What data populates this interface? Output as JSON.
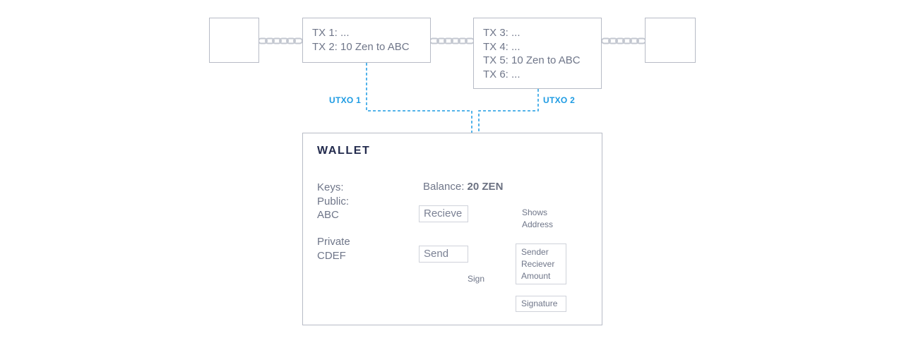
{
  "blockchain": {
    "block_2": {
      "lines": [
        "TX 1: ...",
        "TX 2: 10 Zen to ABC"
      ]
    },
    "block_3": {
      "lines": [
        "TX 3: ...",
        "TX 4: ...",
        "TX 5: 10 Zen to ABC",
        "TX 6: ..."
      ]
    }
  },
  "utxo": {
    "utxo_1": "UTXO 1",
    "utxo_2": "UTXO 2"
  },
  "wallet": {
    "title": "WALLET",
    "keys_label": "Keys:",
    "public_label": "Public:",
    "public_value": "ABC",
    "private_label": "Private",
    "private_value": "CDEF",
    "balance_label": "Balance:",
    "balance_value": "20 ZEN",
    "receive_button": "Recieve",
    "send_button": "Send",
    "shows_address": [
      "Shows",
      "Address"
    ],
    "sign_label": "Sign",
    "tx_fields": [
      "Sender",
      "Reciever",
      "Amount"
    ],
    "signature_label": "Signature"
  },
  "colors": {
    "accent": "#1d9be3",
    "border": "#b7bbc6",
    "text": "#6f7689",
    "title": "#232b4d",
    "key": "#3fc9c0"
  },
  "icons": {
    "chain": "chain-link-icon",
    "key": "key-icon"
  }
}
